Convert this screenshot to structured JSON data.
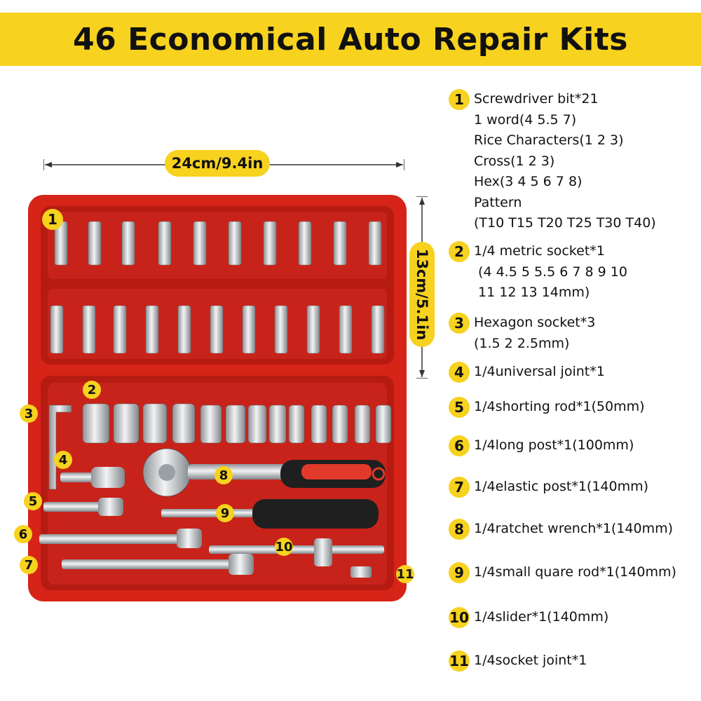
{
  "title": "46 Economical Auto Repair Kits",
  "dimensions": {
    "width": "24cm/9.4in",
    "height": "13cm/5.1in"
  },
  "callouts": [
    "1",
    "2",
    "3",
    "4",
    "5",
    "6",
    "7",
    "8",
    "9",
    "10",
    "11"
  ],
  "legend": [
    {
      "num": "1",
      "text": "Screwdriver bit*21\n1 word(4 5.5 7)\nRice Characters(1 2 3)\nCross(1 2 3)\nHex(3 4 5 6 7 8)\nPattern\n(T10 T15 T20 T25 T30 T40)"
    },
    {
      "num": "2",
      "text": "1/4 metric socket*1\n (4 4.5 5 5.5 6 7 8 9 10\n 11 12 13 14mm)"
    },
    {
      "num": "3",
      "text": "Hexagon socket*3\n(1.5 2 2.5mm)"
    },
    {
      "num": "4",
      "text": "1/4universal joint*1"
    },
    {
      "num": "5",
      "text": "1/4shorting rod*1(50mm)"
    },
    {
      "num": "6",
      "text": "1/4long post*1(100mm)"
    },
    {
      "num": "7",
      "text": "1/4elastic post*1(140mm)"
    },
    {
      "num": "8",
      "text": "1/4ratchet wrench*1(140mm)"
    },
    {
      "num": "9",
      "text": "1/4small quare rod*1(140mm)"
    },
    {
      "num": "10",
      "text": "1/4slider*1(140mm)"
    },
    {
      "num": "11",
      "text": "1/4socket joint*1"
    }
  ],
  "colors": {
    "banner": "#f7d21e",
    "case": "#d62418",
    "metal": "#c9ccd0",
    "handle": "#e23a2a"
  }
}
